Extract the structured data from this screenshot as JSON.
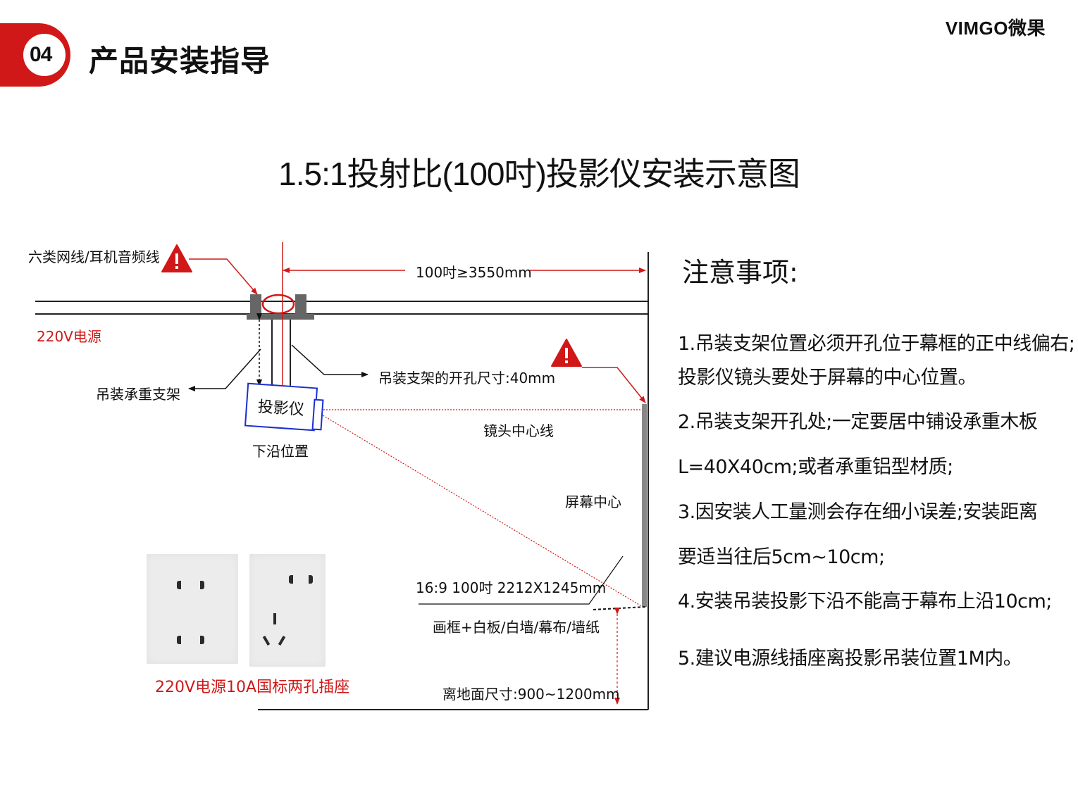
{
  "header": {
    "section_number": "04",
    "section_title": "产品安装指导",
    "brand": "VIMGO微果",
    "accent_color": "#d01818"
  },
  "diagram": {
    "title": "1.5:1投射比(100吋)投影仪安装示意图",
    "labels": {
      "cable": "六类网线/耳机音频线",
      "power": "220V电源",
      "throw_distance": "100吋≥3550mm",
      "hole_size": "吊装支架的开孔尺寸:40mm",
      "bracket": "吊装承重支架",
      "projector": "投影仪",
      "bottom_edge": "下沿位置",
      "lens_center": "镜头中心线",
      "screen_center": "屏幕中心",
      "screen_size": "16:9 100吋 2212X1245mm",
      "surface": "画框+白板/白墙/幕布/墙纸",
      "floor_height": "离地面尺寸:900~1200mm",
      "socket": "220V电源10A国标两孔插座"
    },
    "icons": {
      "warning": "warning-icon",
      "socket": "power-socket-icon"
    }
  },
  "notes": {
    "title": "注意事项:",
    "lines": [
      "1.吊装支架位置必须开孔位于幕框的正中线偏右;",
      "投影仪镜头要处于屏幕的中心位置。",
      "2.吊装支架开孔处;一定要居中铺设承重木板",
      "L=40X40cm;或者承重铝型材质;",
      "3.因安装人工量测会存在细小误差;安装距离",
      "要适当往后5cm~10cm;",
      "4.安装吊装投影下沿不能高于幕布上沿10cm;",
      "5.建议电源线插座离投影吊装位置1M内。"
    ]
  }
}
